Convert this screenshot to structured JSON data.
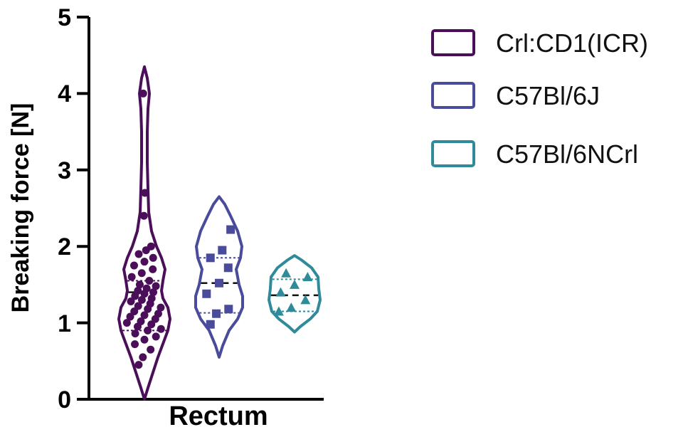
{
  "chart_data": {
    "type": "violin",
    "title": "",
    "ylabel": "Breaking force [N]",
    "xlabel": "",
    "categories": [
      "Rectum"
    ],
    "ylim": [
      0,
      5
    ],
    "yticks": [
      "0",
      "1",
      "2",
      "3",
      "4",
      "5"
    ],
    "legend_position": "right",
    "series": [
      {
        "name": "Crl:CD1(ICR)",
        "color": "#4b0f5a",
        "marker": "circle",
        "median": 1.4,
        "q1": 0.9,
        "q3": 1.55,
        "min": 0.0,
        "max": 4.35,
        "points": [
          0.45,
          0.55,
          0.65,
          0.72,
          0.78,
          0.82,
          0.86,
          0.9,
          0.92,
          0.95,
          0.98,
          1.0,
          1.02,
          1.05,
          1.08,
          1.1,
          1.12,
          1.15,
          1.18,
          1.2,
          1.22,
          1.25,
          1.28,
          1.3,
          1.32,
          1.35,
          1.38,
          1.4,
          1.42,
          1.45,
          1.48,
          1.5,
          1.55,
          1.6,
          1.65,
          1.7,
          1.75,
          1.8,
          1.85,
          1.9,
          1.95,
          2.0,
          2.4,
          2.7,
          4.0
        ]
      },
      {
        "name": "C57Bl/6J",
        "color": "#4a4b9a",
        "marker": "square",
        "median": 1.52,
        "q1": 1.13,
        "q3": 1.85,
        "min": 0.55,
        "max": 2.65,
        "points": [
          0.98,
          1.12,
          1.18,
          1.38,
          1.52,
          1.72,
          1.85,
          1.95,
          2.22
        ]
      },
      {
        "name": "C57Bl/6NCrl",
        "color": "#2f8a9a",
        "marker": "triangle",
        "median": 1.36,
        "q1": 1.15,
        "q3": 1.57,
        "min": 0.88,
        "max": 1.88,
        "points": [
          1.15,
          1.2,
          1.3,
          1.4,
          1.5,
          1.6,
          1.65
        ]
      }
    ]
  }
}
